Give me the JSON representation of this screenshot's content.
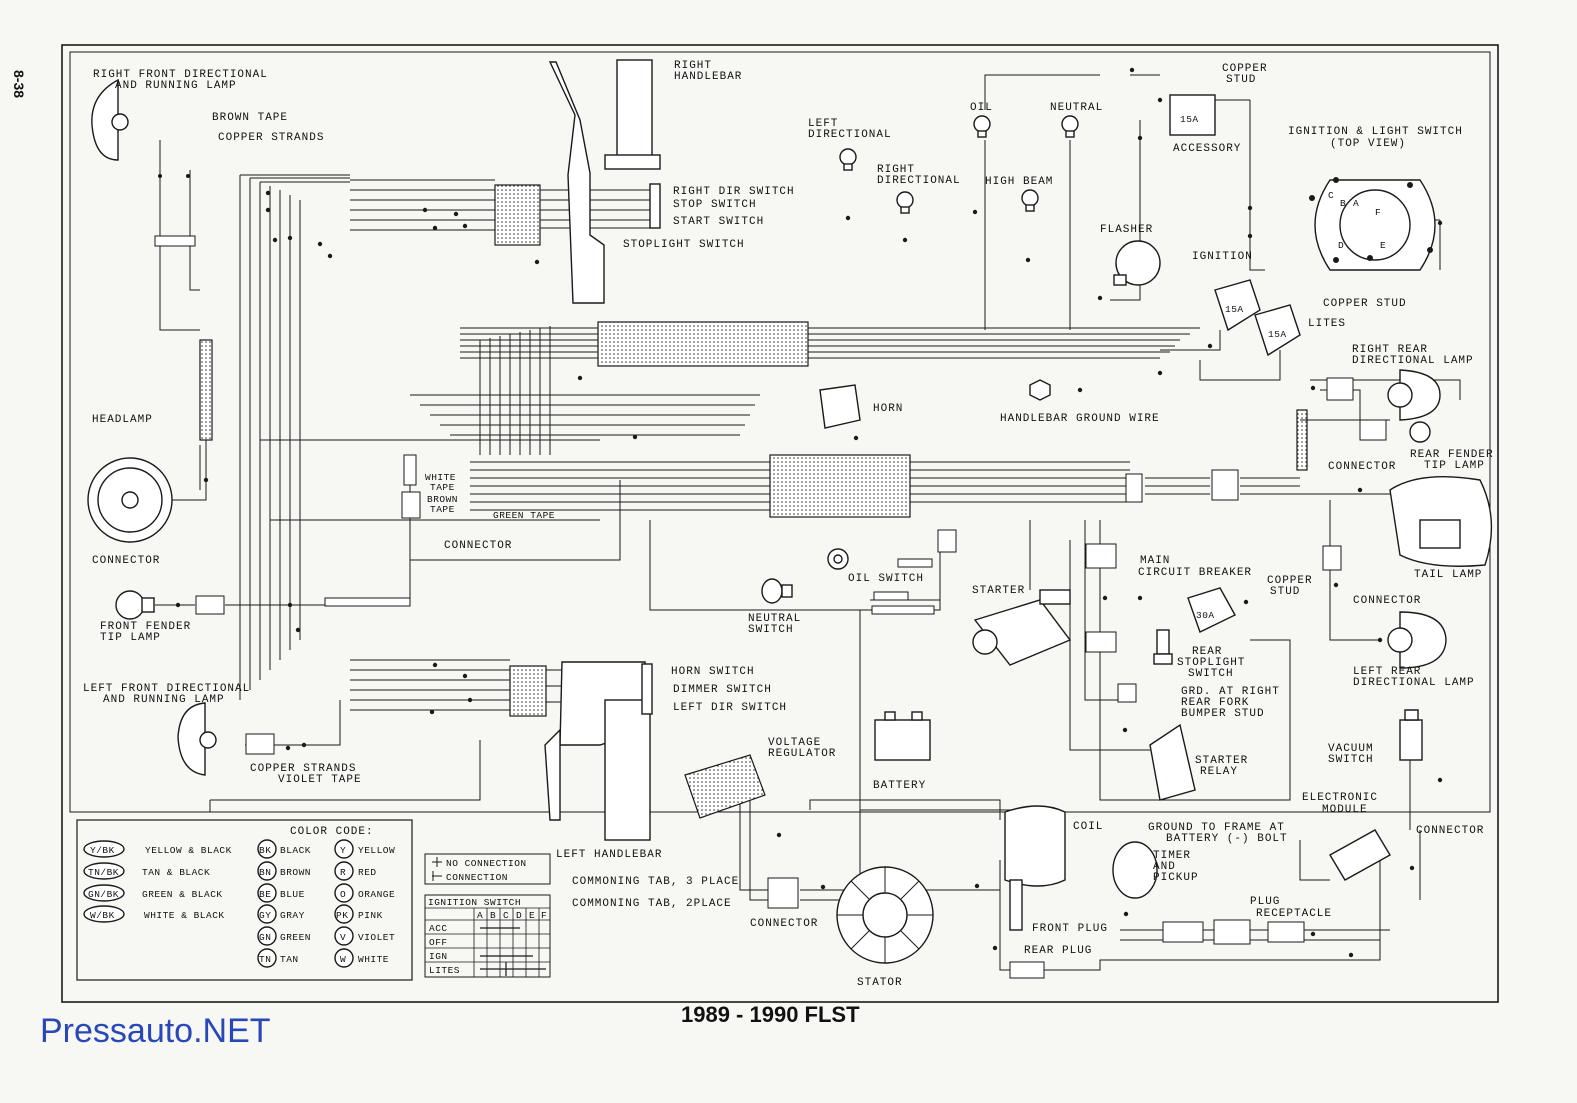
{
  "page_number": "8-38",
  "diagram_title": "1989 - 1990 FLST",
  "watermark": "Pressauto.NET",
  "labels": {
    "right_front_directional": [
      "RIGHT FRONT DIRECTIONAL",
      "AND RUNNING LAMP"
    ],
    "brown_tape": "BROWN TAPE",
    "copper_strands_top": "COPPER STRANDS",
    "right_handlebar": [
      "RIGHT",
      "HANDLEBAR"
    ],
    "right_dir_switch": "RIGHT DIR SWITCH",
    "stop_switch": "STOP SWITCH",
    "start_switch": "START SWITCH",
    "stoplight_switch": "STOPLIGHT SWITCH",
    "left_directional": [
      "LEFT",
      "DIRECTIONAL"
    ],
    "right_directional": [
      "RIGHT",
      "DIRECTIONAL"
    ],
    "oil": "OIL",
    "neutral": "NEUTRAL",
    "high_beam": "HIGH BEAM",
    "copper_stud_top": [
      "COPPER",
      "STUD"
    ],
    "accessory": "ACCESSORY",
    "ignition_light_switch": [
      "IGNITION & LIGHT SWITCH",
      "(TOP VIEW)"
    ],
    "flasher": "FLASHER",
    "ignition": "IGNITION",
    "copper_stud_mid": "COPPER STUD",
    "lites": "LITES",
    "horn": "HORN",
    "handlebar_ground_wire": "HANDLEBAR GROUND WIRE",
    "right_rear_directional": [
      "RIGHT REAR",
      "DIRECTIONAL LAMP"
    ],
    "rear_fender_tip_lamp": [
      "REAR FENDER",
      "TIP LAMP"
    ],
    "connector_right": "CONNECTOR",
    "headlamp": "HEADLAMP",
    "white_tape": [
      "WHITE",
      "TAPE"
    ],
    "brown_tape_mid": [
      "BROWN",
      "TAPE"
    ],
    "green_tape": "GREEN TAPE",
    "connector_mid": "CONNECTOR",
    "oil_switch": "OIL SWITCH",
    "neutral_switch": [
      "NEUTRAL",
      "SWITCH"
    ],
    "starter": "STARTER",
    "main_circuit_breaker": [
      "MAIN",
      "CIRCUIT BREAKER"
    ],
    "copper_stud_cb": [
      "COPPER",
      "STUD"
    ],
    "tail_lamp": "TAIL LAMP",
    "connector_left": "CONNECTOR",
    "front_fender_tip_lamp": [
      "FRONT FENDER",
      "TIP LAMP"
    ],
    "connector_tail": "CONNECTOR",
    "rear_stoplight_switch": [
      "REAR",
      "STOPLIGHT",
      "SWITCH"
    ],
    "grd_at_right": [
      "GRD. AT RIGHT",
      "REAR FORK",
      "BUMPER STUD"
    ],
    "starter_relay": [
      "STARTER",
      "RELAY"
    ],
    "left_rear_directional": [
      "LEFT REAR",
      "DIRECTIONAL LAMP"
    ],
    "horn_switch": "HORN SWITCH",
    "dimmer_switch": "DIMMER SWITCH",
    "left_dir_switch": "LEFT DIR SWITCH",
    "left_front_directional": [
      "LEFT FRONT DIRECTIONAL",
      "AND RUNNING LAMP"
    ],
    "copper_strands_bottom": "COPPER STRANDS",
    "violet_tape": "VIOLET TAPE",
    "voltage_regulator": [
      "VOLTAGE",
      "REGULATOR"
    ],
    "battery": "BATTERY",
    "vacuum_switch": [
      "VACUUM",
      "SWITCH"
    ],
    "electronic_module": [
      "ELECTRONIC",
      "MODULE"
    ],
    "connector_module": "CONNECTOR",
    "coil": "COIL",
    "ground_to_frame": [
      "GROUND TO FRAME AT",
      "BATTERY (-) BOLT"
    ],
    "timer_and_pickup": [
      "TIMER",
      "AND",
      "PICKUP"
    ],
    "plug": "PLUG",
    "receptacle": "RECEPTACLE",
    "front_plug": "FRONT PLUG",
    "rear_plug": "REAR PLUG",
    "stator": "STATOR",
    "connector_stator": "CONNECTOR",
    "left_handlebar": "LEFT HANDLEBAR",
    "commoning_tab_3": "COMMONING TAB, 3 PLACE",
    "commoning_tab_2": "COMMONING TAB, 2PLACE"
  },
  "color_code": {
    "title": "COLOR CODE:",
    "combos": [
      {
        "code": "Y/BK",
        "name": "YELLOW & BLACK"
      },
      {
        "code": "TN/BK",
        "name": "TAN & BLACK"
      },
      {
        "code": "GN/BK",
        "name": "GREEN & BLACK"
      },
      {
        "code": "W/BK",
        "name": "WHITE & BLACK"
      }
    ],
    "singles": [
      {
        "code": "BK",
        "name": "BLACK"
      },
      {
        "code": "BN",
        "name": "BROWN"
      },
      {
        "code": "BE",
        "name": "BLUE"
      },
      {
        "code": "GY",
        "name": "GRAY"
      },
      {
        "code": "GN",
        "name": "GREEN"
      },
      {
        "code": "TN",
        "name": "TAN"
      }
    ],
    "singles2": [
      {
        "code": "Y",
        "name": "YELLOW"
      },
      {
        "code": "R",
        "name": "RED"
      },
      {
        "code": "O",
        "name": "ORANGE"
      },
      {
        "code": "PK",
        "name": "PINK"
      },
      {
        "code": "V",
        "name": "VIOLET"
      },
      {
        "code": "W",
        "name": "WHITE"
      }
    ]
  },
  "connection_legend": {
    "no_connection": "NO CONNECTION",
    "connection": "CONNECTION"
  },
  "ignition_switch_table": {
    "title": "IGNITION SWITCH",
    "columns": [
      "A",
      "B",
      "C",
      "D",
      "E",
      "F"
    ],
    "rows": [
      "ACC",
      "OFF",
      "IGN",
      "LITES"
    ]
  },
  "switch_terminals": [
    "A",
    "B",
    "C",
    "D",
    "E",
    "F"
  ]
}
